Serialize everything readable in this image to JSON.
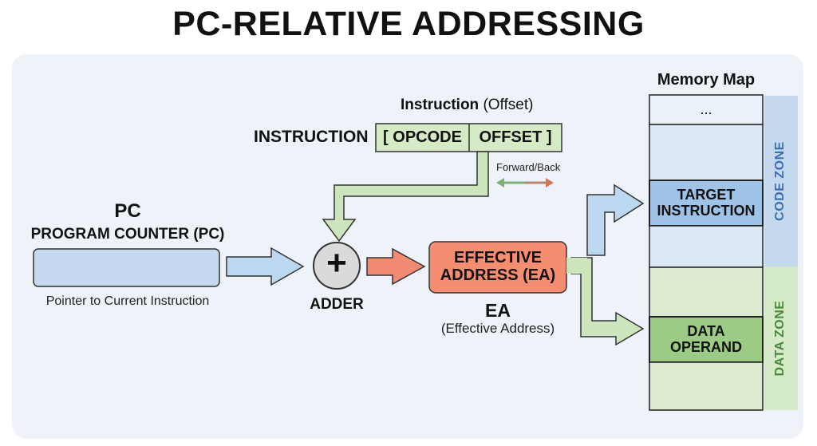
{
  "title": "PC-RELATIVE ADDRESSING",
  "pc": {
    "short_label": "PC",
    "long_label": "PROGRAM COUNTER (PC)",
    "caption": "Pointer to Current Instruction"
  },
  "instruction": {
    "heading_bold": "Instruction",
    "heading_normal": "(Offset)",
    "side_label": "INSTRUCTION",
    "opcode": "[ OPCODE",
    "offset": "OFFSET ]",
    "direction_note": "Forward/Back"
  },
  "adder": {
    "symbol": "+",
    "label": "ADDER"
  },
  "ea": {
    "box_line1": "EFFECTIVE",
    "box_line2": "ADDRESS (EA)",
    "short_label": "EA",
    "caption": "(Effective Address)"
  },
  "memory": {
    "title": "Memory Map",
    "top_cell": "...",
    "target_line1": "TARGET",
    "target_line2": "INSTRUCTION",
    "data_line1": "DATA",
    "data_line2": "OPERAND",
    "code_zone": "CODE ZONE",
    "data_zone": "DATA ZONE"
  },
  "colors": {
    "pc_fill": "#c5daf0",
    "arrow_blue": "#bcd7f0",
    "arrow_green": "#cde5bd",
    "arrow_red": "#f08a70",
    "ea_fill": "#f58d70",
    "instr_fill": "#d6eac6",
    "code_zone": "#c5d9ee",
    "data_zone": "#d5eac7",
    "target_fill": "#9fc3e6",
    "data_fill": "#9bcb84"
  }
}
